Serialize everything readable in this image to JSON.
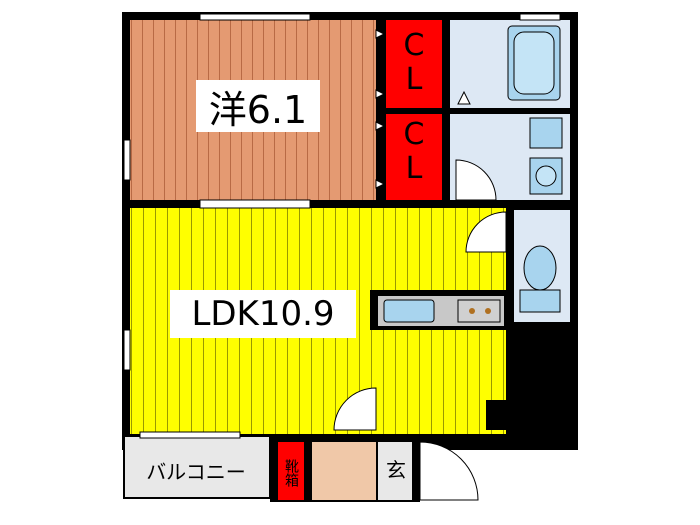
{
  "rooms": {
    "western": {
      "label": "洋6.1"
    },
    "ldk": {
      "label": "LDK10.9"
    },
    "closet_1": {
      "c": "C",
      "l": "L"
    },
    "closet_2": {
      "c": "C",
      "l": "L"
    },
    "balcony": {
      "label": "バルコニー"
    },
    "shoe_cabinet": {
      "label": "靴箱"
    },
    "entrance": {
      "label": "玄"
    }
  },
  "colors": {
    "wall": "#000000",
    "western_floor": "#e49a72",
    "western_stripe": "#b86a45",
    "ldk_floor": "#ffff00",
    "ldk_stripe": "#9a9a00",
    "closet": "#ff0000",
    "wet_area": "#dde8f4",
    "fixture": "#a8d4ee",
    "entry_floor": "#f0c8a8",
    "balcony": "#e8e8e8",
    "kitchen_counter": "#c8c8c8"
  }
}
